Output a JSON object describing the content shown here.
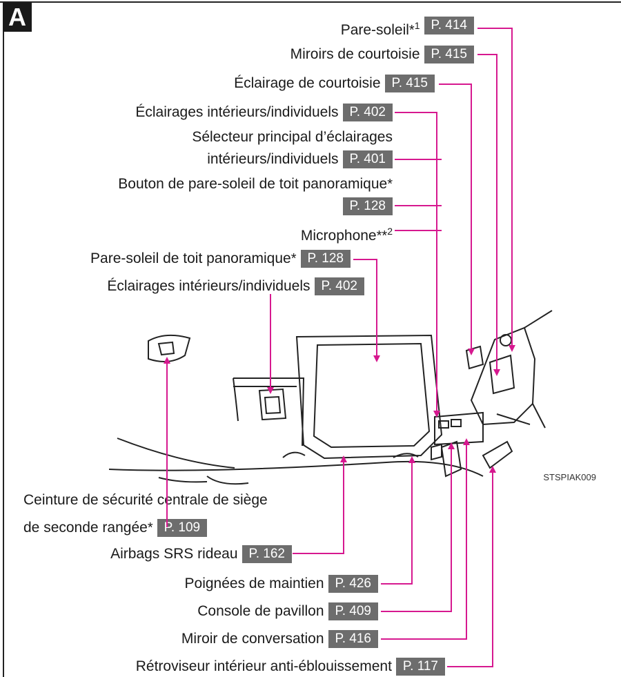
{
  "section_badge": "A",
  "image_code": "STSPIAK009",
  "labels": {
    "pare_soleil": {
      "text": "Pare-soleil",
      "mark": "*",
      "sup": "1",
      "page": "P. 414"
    },
    "miroirs_courtoisie": {
      "text": "Miroirs de courtoisie",
      "page": "P. 415"
    },
    "eclairage_courtoisie": {
      "text": "Éclairage de courtoisie",
      "page": "P. 415"
    },
    "eclairages_individuels_1": {
      "text": "Éclairages intérieurs/individuels",
      "page": "P. 402"
    },
    "selecteur": {
      "line1": "Sélecteur principal d’éclairages",
      "line2": "intérieurs/individuels",
      "page": "P. 401"
    },
    "bouton_pare_soleil_toit": {
      "text": "Bouton de pare-soleil de toit panoramique",
      "mark": "*",
      "page": "P. 128"
    },
    "microphone": {
      "text": "Microphone",
      "mark": "*",
      "mark2": "*",
      "sup": "2"
    },
    "pare_soleil_toit": {
      "text": "Pare-soleil de toit panoramique",
      "mark": "*",
      "page": "P. 128"
    },
    "eclairages_individuels_2": {
      "text": "Éclairages intérieurs/individuels",
      "page": "P. 402"
    },
    "ceinture": {
      "line1": "Ceinture de sécurité centrale de siège",
      "line2": "de seconde rangée",
      "mark": "*",
      "page": "P. 109"
    },
    "airbags": {
      "text": "Airbags SRS rideau",
      "page": "P. 162"
    },
    "poignees": {
      "text": "Poignées de maintien",
      "page": "P. 426"
    },
    "console": {
      "text": "Console de pavillon",
      "page": "P. 409"
    },
    "miroir_conversation": {
      "text": "Miroir de conversation",
      "page": "P. 416"
    },
    "retroviseur": {
      "text": "Rétroviseur intérieur anti-éblouissement",
      "page": "P. 117"
    }
  },
  "colors": {
    "leader": "#d6188f",
    "ref_bg": "#6d6d6d",
    "badge_bg": "#1a1a1a"
  }
}
